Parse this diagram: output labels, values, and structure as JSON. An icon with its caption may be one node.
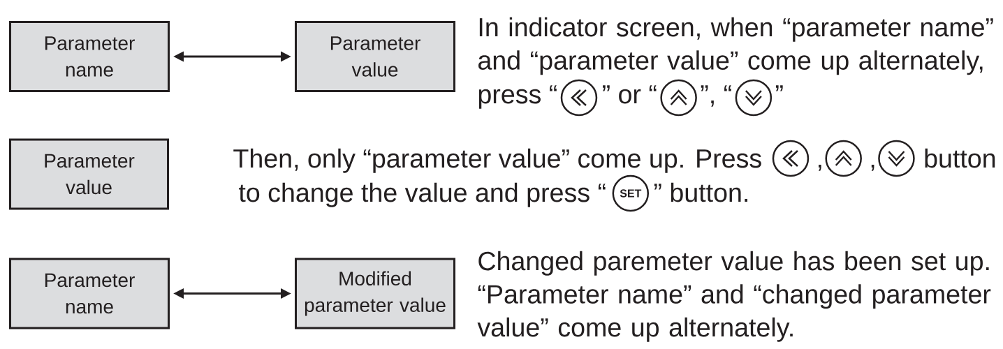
{
  "diagram": {
    "nodes": [
      {
        "text": [
          "Parameter name"
        ]
      },
      {
        "text": [
          "Parameter value"
        ]
      },
      {
        "text": [
          "Parameter value"
        ]
      },
      {
        "text": [
          "Parameter name"
        ]
      },
      {
        "text": [
          "Modified parameter value"
        ]
      }
    ],
    "edges": [
      {
        "from": 0,
        "to": 1,
        "arrow": "both"
      },
      {
        "from": 3,
        "to": 4,
        "arrow": "both"
      }
    ],
    "labels": [
      "In indicator screen, when “parameter name” and “parameter value” come up alternately,",
      "press “",
      "” or “",
      "”, “",
      "”",
      "Then, only “parameter value” come up. Press",
      ",",
      ",",
      "button",
      "to change the value and press “",
      "SET",
      "” button.",
      "Changed paremeter value has been set up. “Parameter name” and “changed parameter value” come up alternately."
    ]
  }
}
